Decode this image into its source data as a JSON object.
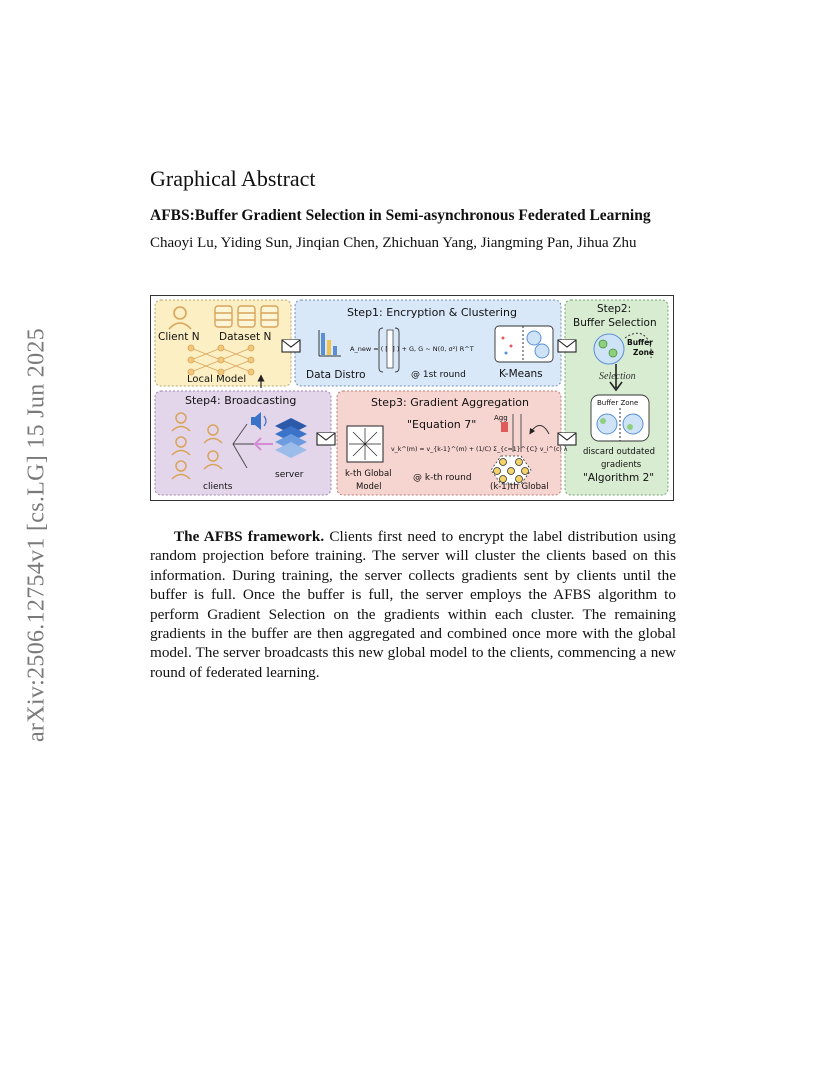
{
  "arxiv_id": "arXiv:2506.12754v1  [cs.LG]  15 Jun 2025",
  "section_heading": "Graphical Abstract",
  "paper_title": "AFBS:Buffer Gradient Selection in Semi-asynchronous Federated Learning",
  "authors": "Chaoyi Lu, Yiding Sun, Jinqian Chen, Zhichuan Yang, Jiangming Pan, Jihua Zhu",
  "figure": {
    "step1_title": "Step1: Encryption & Clustering",
    "step2_title_line1": "Step2:",
    "step2_title_line2": "Buffer Selection",
    "step3_title": "Step3:  Gradient Aggregation",
    "step4_title": "Step4:  Broadcasting",
    "client_label": "Client N",
    "dataset_label": "Dataset N",
    "local_model_label": "Local Model",
    "data_distro_label": "Data Distro",
    "first_round_label": "@ 1st round",
    "kmeans_label": "K-Means",
    "selection_label": "Selection",
    "buffer_label": "Buffer",
    "zone_label": "Zone",
    "buffer_zone_label": "Buffer Zone",
    "discard_line1": "discard outdated",
    "discard_line2": "gradients",
    "algorithm_label": "\"Algorithm 2\"",
    "equation_label": "\"Equation 7\"",
    "agg_label": "Agg",
    "kth_global_line1": "k-th Global",
    "kth_global_line2": "Model",
    "kth_round_label": "@ k-th round",
    "k1_global_label": "(k-1)th Global",
    "clients_label": "clients",
    "server_label": "server",
    "anew_formula": "A_new = ( [A] ) + G,   G ~ N(0, σ²) R^T",
    "update_formula": "v_k^(m) = v_{k-1}^(m) + (1/C) Σ_{c=1}^{C} v_i^(c) λ",
    "colors": {
      "client_panel": "#fcefc4",
      "step1_panel": "#d9e8f8",
      "step2_panel": "#d8ecd2",
      "step3_panel": "#f6d4d0",
      "step4_panel": "#e3d6ea",
      "client_icon": "#d9a45a",
      "server_blue": "#3b73c9"
    }
  },
  "caption": {
    "lead": "The AFBS framework.",
    "body": " Clients first need to encrypt the label distribution using random projection before training. The server will cluster the clients based on this information. During training, the server collects gradients sent by clients until the buffer is full.  Once the buffer is full, the server employs the AFBS algorithm to perform Gradient Selection on the gradients within each cluster. The remaining gradients in the buffer are then aggregated and combined once more with the global model. The server broadcasts this new global model to the clients, commencing a new round of federated learning."
  }
}
